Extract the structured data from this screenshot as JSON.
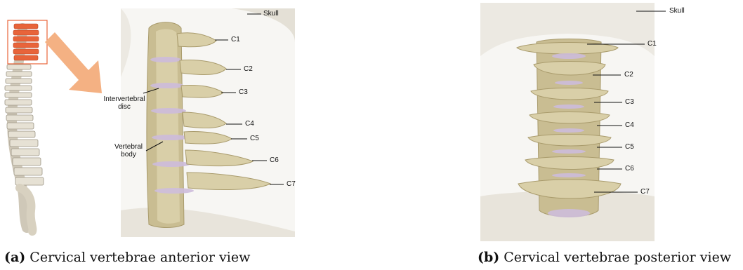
{
  "panel_a": {
    "labels": {
      "skull": "Skull",
      "c1": "C1",
      "c2": "C2",
      "c3": "C3",
      "c4": "C4",
      "c5": "C5",
      "c6": "C6",
      "c7": "C7",
      "intervertebral_disc": "Intervertebral disc",
      "vertebral_body": "Vertebral body"
    },
    "caption_tag": "(a)",
    "caption_text": "Cervical vertebrae anterior view"
  },
  "panel_b": {
    "labels": {
      "skull": "Skull",
      "c1": "C1",
      "c2": "C2",
      "c3": "C3",
      "c4": "C4",
      "c5": "C5",
      "c6": "C6",
      "c7": "C7"
    },
    "caption_tag": "(b)",
    "caption_text": "Cervical vertebrae posterior view"
  },
  "colors": {
    "bone": "#d9cfa8",
    "bone_dark": "#a99b6c",
    "disc": "#cdbcdc",
    "highlight": "#e8643a",
    "arrow": "#f4b183",
    "skull_ghost": "#ece9e2"
  }
}
